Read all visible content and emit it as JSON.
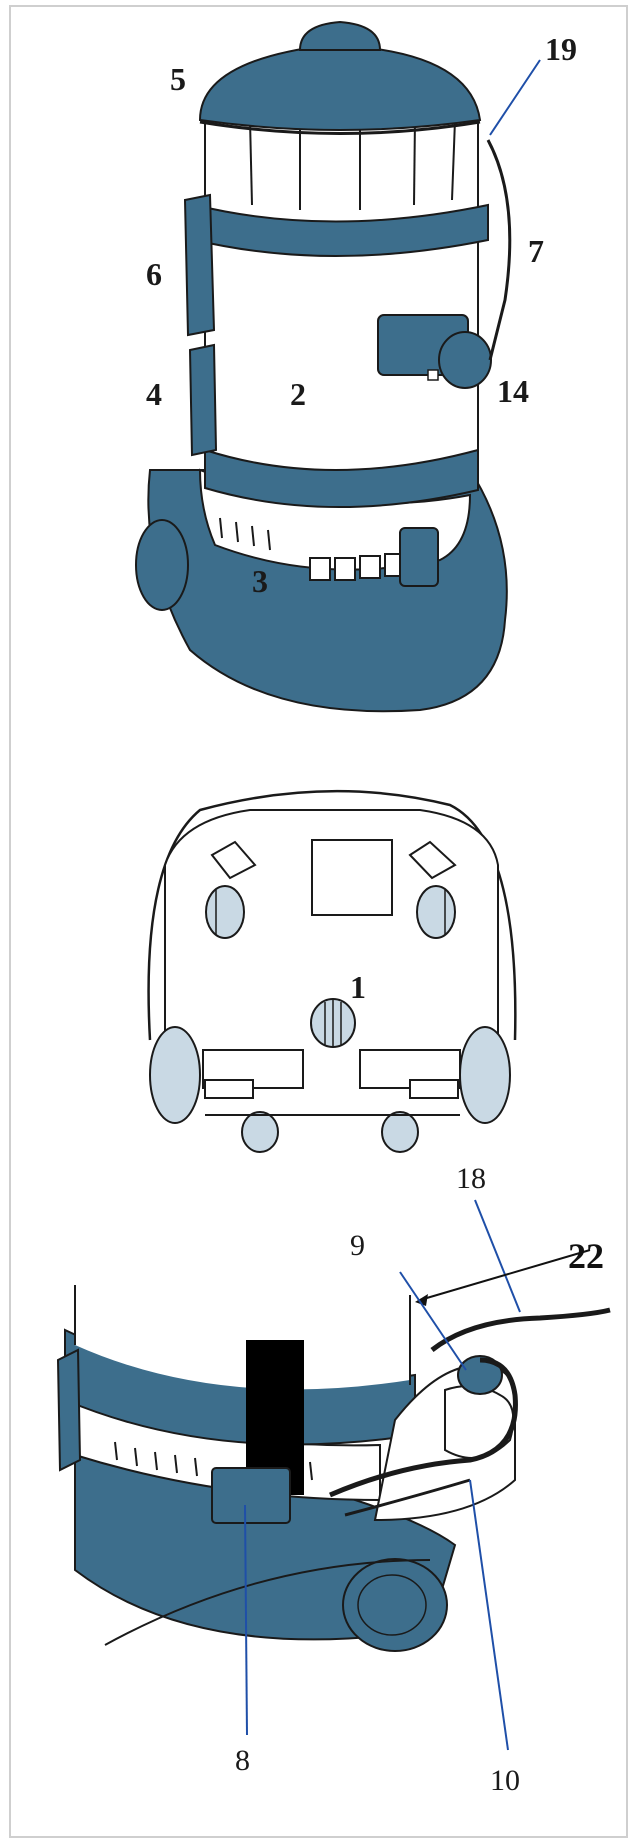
{
  "colors": {
    "body_teal": "#3d6e8c",
    "light_blue": "#c9d9e4",
    "outline": "#1a1a1a",
    "leader_blue": "#1f4fa8",
    "black": "#000000"
  },
  "figure_top": {
    "callouts": {
      "c1": "19",
      "c2": "5",
      "c3": "7",
      "c4": "6",
      "c5": "4",
      "c6": "2",
      "c7": "14",
      "c8": "3"
    }
  },
  "figure_bottom_view": {
    "callouts": {
      "c1": "1"
    }
  },
  "figure_side": {
    "callouts": {
      "c1": "18",
      "c2": "22",
      "c3": "9",
      "c4": "8",
      "c5": "10"
    }
  }
}
